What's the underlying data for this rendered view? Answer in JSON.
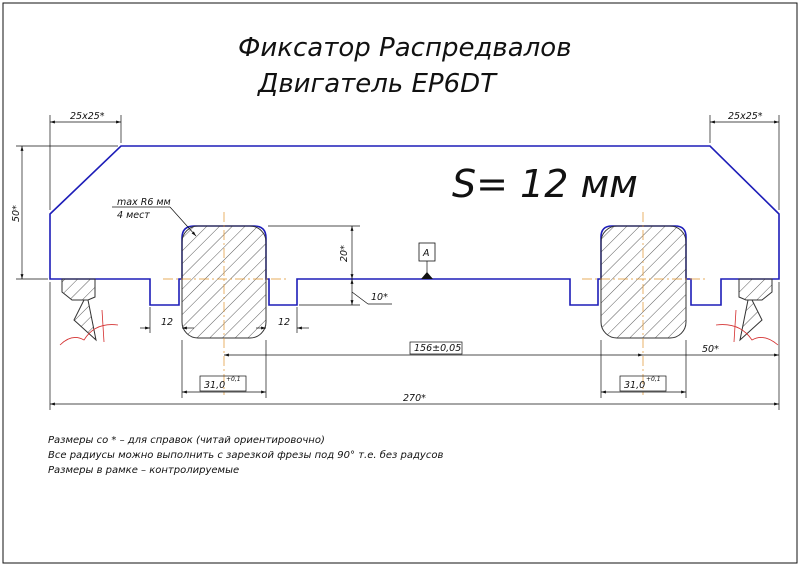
{
  "title": {
    "line1": "Фиксатор Распредвалов",
    "line2": "Двигатель EP6DT"
  },
  "thickness_label": "S= 12 мм",
  "dimensions": {
    "chamfer_left": "25x25*",
    "chamfer_right": "25x25*",
    "height": "50*",
    "max_radius_line1": "max R6 мм",
    "max_radius_line2": "4 мест",
    "lobe_height": "20*",
    "notch_depth": "10*",
    "datum": "A",
    "slot_left": "12",
    "slot_right": "12",
    "center_distance": "156±0,05",
    "right_offset": "50*",
    "lobe_width_left": "31,0",
    "lobe_width_left_tol": "+0,1",
    "lobe_width_right": "31,0",
    "lobe_width_right_tol": "+0,1",
    "overall_length": "270*"
  },
  "notes": [
    "Размеры со * – для справок (читай ориентировочно)",
    "Все радиусы можно выполнить с зарезкой фрезы под 90° т.е. без радусов",
    "Размеры в рамке – контролируемые"
  ],
  "colors": {
    "outline": "#1d1db8",
    "hatch": "#333333",
    "center_lines": "#e0932a",
    "break_lines": "#d43030"
  }
}
